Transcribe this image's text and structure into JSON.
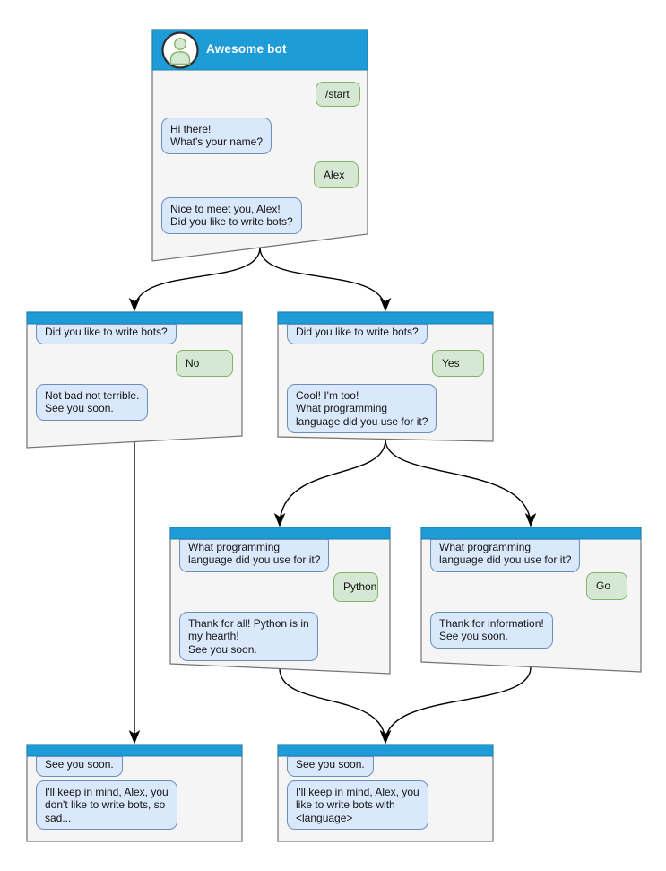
{
  "palette": {
    "header_blue": "#1e9cd7",
    "header_blue_dark": "#1a7fb0",
    "box_fill": "#f5f5f5",
    "box_border": "#737373",
    "bot_bubble_fill": "#dae8fc",
    "bot_bubble_border": "#6c8ebf",
    "user_bubble_fill": "#d5e8d4",
    "user_bubble_border": "#82b366",
    "edge_color": "#000000"
  },
  "nodes": {
    "start": {
      "title": "Awesome bot",
      "messages": {
        "start_cmd": "/start",
        "greeting": "Hi there!\nWhat's your name?",
        "name_reply": "Alex",
        "question": "Nice to meet you, Alex!\nDid you like to write bots?"
      }
    },
    "no_branch": {
      "context": "Did you like to write bots?",
      "answer": "No",
      "reply": "Not bad not terrible.\nSee you soon."
    },
    "yes_branch": {
      "context": "Did you like to write bots?",
      "answer": "Yes",
      "reply": "Cool! I'm too!\nWhat programming\nlanguage did you use for it?"
    },
    "python_branch": {
      "context": "What programming\nlanguage did you use for it?",
      "answer": "Python",
      "reply": "Thank for all! Python is in\nmy hearth!\nSee you soon."
    },
    "go_branch": {
      "context": "What programming\nlanguage did you use for it?",
      "answer": "Go",
      "reply": "Thank for information!\nSee you soon."
    },
    "end_no": {
      "context": "See you soon.",
      "reply": "I'll keep in mind, Alex, you\ndon't like to write bots, so\nsad..."
    },
    "end_yes": {
      "context": "See you soon.",
      "reply": "I'll keep in mind, Alex, you\nlike to write bots with\n<language>"
    }
  }
}
